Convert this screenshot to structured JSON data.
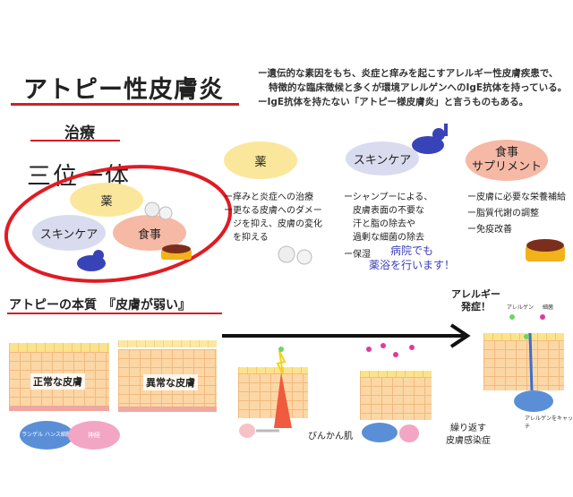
{
  "header": {
    "title": "アトピー性皮膚炎",
    "desc_line1": "ー遺伝的な素因をもち、炎症と痒みを起こすアレルギー性皮膚疾患で、",
    "desc_line2": "特徴的な臨床徴候と多くが環境アレルゲンへのIgE抗体を持っている。",
    "desc_line3": "ーIgE抗体を持たない「アトピー様皮膚炎」と言うものもある。"
  },
  "treatment": {
    "heading": "治療",
    "sanmi": "三位一体",
    "venn": {
      "medicine": "薬",
      "skincare": "スキンケア",
      "food": "食事"
    },
    "medicine": {
      "label": "薬",
      "items": [
        "ー痒みと炎症への治療",
        "ー更なる皮膚へのダメー",
        "ジを抑え、皮膚の変化",
        "を抑える"
      ]
    },
    "skincare": {
      "label": "スキンケア",
      "items": [
        "ーシャンプーによる、",
        "皮膚表面の不要な",
        "汗と脂の除去や",
        "過剰な細菌の除去",
        "ー保湿"
      ],
      "note1": "病院でも",
      "note2": "薬浴を行います！"
    },
    "food": {
      "label1": "食事",
      "label2": "サプリメント",
      "items": [
        "ー皮膚に必要な栄養補給",
        "ー脂質代謝の調整",
        "ー免疫改善"
      ]
    }
  },
  "essence": {
    "heading": "アトピーの本質　『皮膚が弱い』",
    "normal_skin": "正常な皮膚",
    "abnormal_skin": "異常な皮膚",
    "sensitive_skin": "びんかん肌",
    "repeat1": "繰り返す",
    "repeat2": "皮膚感染症",
    "allergy1": "アレルギー",
    "allergy2": "発症！",
    "langerhans": "ランゲル\nハンス細胞",
    "nerve": "神経",
    "allergen": "アレルゲン",
    "bacteria": "細菌",
    "capture": "アレルゲンをキャッチ"
  },
  "colors": {
    "accent_red": "#d21f26",
    "yellow": "#fbe79b",
    "lavender": "#d9dbef",
    "salmon": "#f6b9a6",
    "blue_text": "#3b3fb6"
  }
}
